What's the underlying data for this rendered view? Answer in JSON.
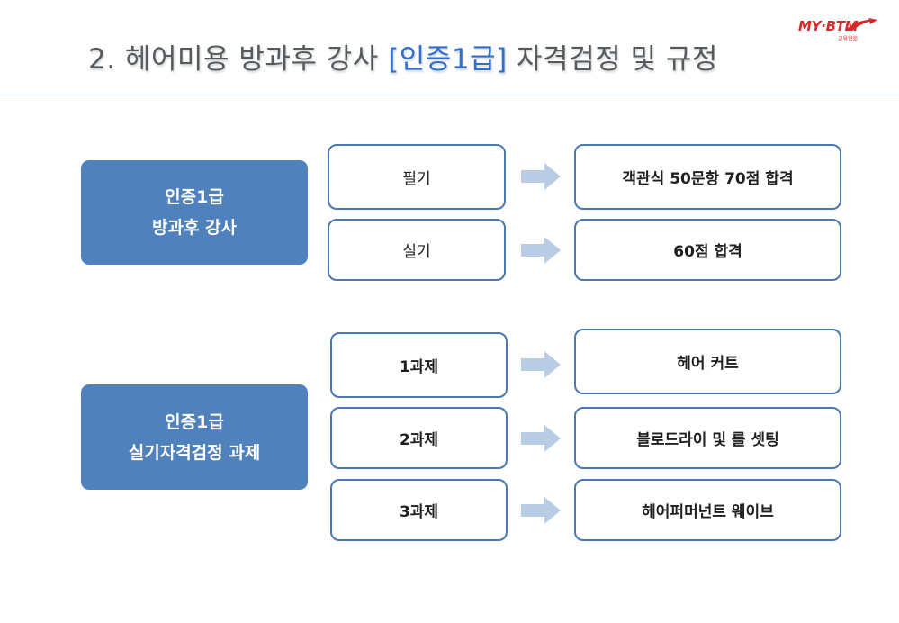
{
  "title": {
    "prefix": "2.  헤어미용 방과후 강사 ",
    "highlight": "[인증1급]",
    "suffix": " 자격검정 및 규정"
  },
  "logo": {
    "text": "MY·BTM",
    "subtitle": "교육협회"
  },
  "colors": {
    "accent": "#4f81bd",
    "border": "#4a78b0",
    "arrow": "#b8cce4",
    "title_highlight": "#2f6fcf"
  },
  "section1": {
    "label_line1": "인증1급",
    "label_line2": "방과후 강사",
    "rows": [
      {
        "item": "필기",
        "result": "객관식 50문항 70점 합격"
      },
      {
        "item": "실기",
        "result": "60점 합격"
      }
    ]
  },
  "section2": {
    "label_line1": "인증1급",
    "label_line2": "실기자격검정 과제",
    "rows": [
      {
        "item": "1과제",
        "result": "헤어 커트"
      },
      {
        "item": "2과제",
        "result": "블로드라이 및 롤 셋팅"
      },
      {
        "item": "3과제",
        "result": "헤어퍼머넌트 웨이브"
      }
    ]
  }
}
